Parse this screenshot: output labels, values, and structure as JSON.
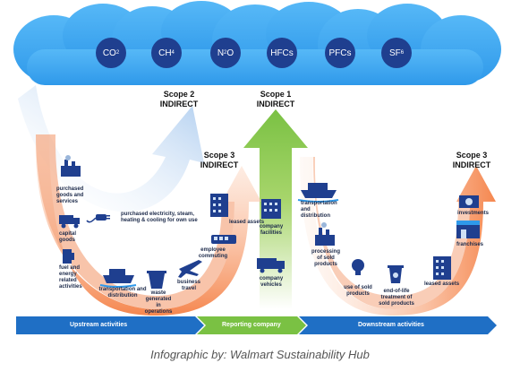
{
  "gases": [
    {
      "base": "CO",
      "sub": "2"
    },
    {
      "base": "CH",
      "sub": "4"
    },
    {
      "base": "N",
      "sub": "2",
      "tail": "O"
    },
    {
      "base": "HFCs",
      "sub": ""
    },
    {
      "base": "PFCs",
      "sub": ""
    },
    {
      "base": "SF",
      "sub": "6"
    }
  ],
  "scopes": {
    "scope2": {
      "line1": "Scope 2",
      "line2": "INDIRECT"
    },
    "scope1": {
      "line1": "Scope 1",
      "line2": "INDIRECT"
    },
    "scope3_left": {
      "line1": "Scope 3",
      "line2": "INDIRECT"
    },
    "scope3_right": {
      "line1": "Scope 3",
      "line2": "INDIRECT"
    }
  },
  "upstream": {
    "purchased_goods": "purchased goods and services",
    "capital_goods": "capital goods",
    "fuel_energy": "fuel and energy related activities",
    "transportation": "transportation and distribution",
    "waste": "waste generated in operations",
    "business_travel": "business travel",
    "employee_commuting": "employee commuting",
    "leased_assets": "leased assets",
    "purchased_electricity": "purchased electricity, steam, heating & cooling for own use"
  },
  "reporting": {
    "company_facilities": "company facilities",
    "company_vehicles": "company vehicles"
  },
  "downstream": {
    "transportation": "transportation and distribution",
    "processing": "processing of sold products",
    "use": "use of sold products",
    "end_of_life": "end-of-life treatment of sold products",
    "leased_assets": "leased assets",
    "franchises": "franchises",
    "investments": "investments"
  },
  "bottom_bar": {
    "upstream": "Upstream activities",
    "reporting": "Reporting company",
    "downstream": "Downstream activities"
  },
  "caption": "Infographic by: Walmart Sustainability Hub",
  "colors": {
    "cloud": "#3fa9f5",
    "gas_circle": "#1f3f8f",
    "scope3_arrow": "#f7a77a",
    "scope1_arrow": "#8cc63f",
    "scope2_arrow": "#bcd7f3",
    "bar_blue": "#1f6fc5",
    "bar_green": "#7ac143",
    "icon_navy": "#1f3f8f"
  }
}
